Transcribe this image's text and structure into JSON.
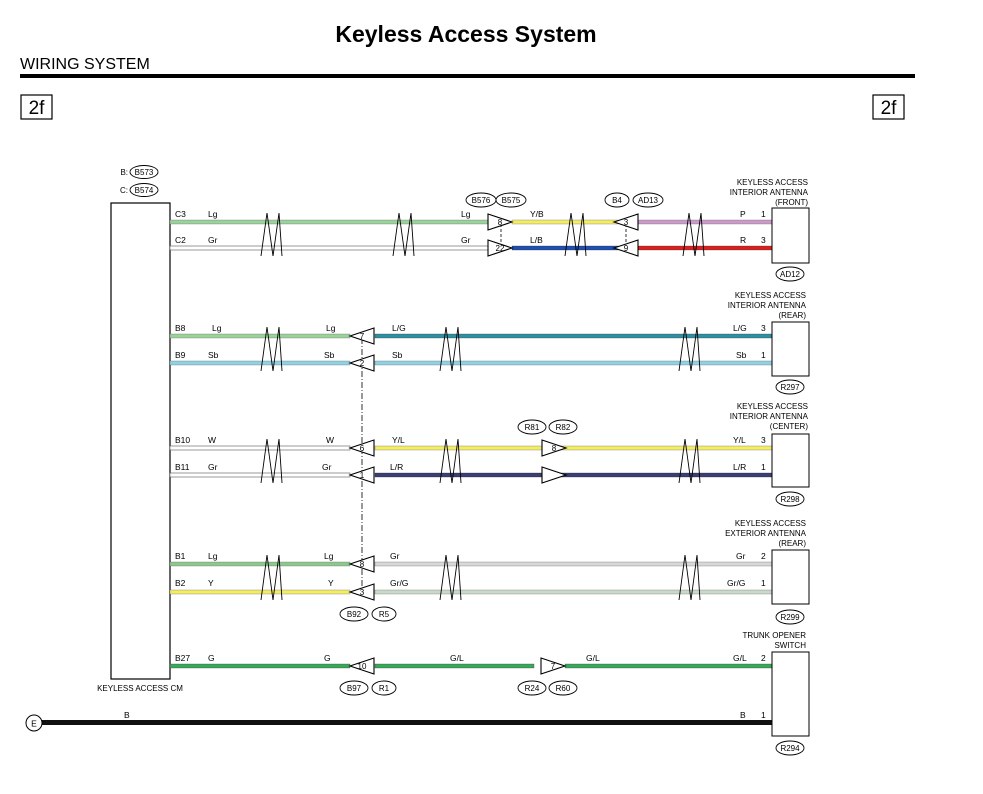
{
  "header": {
    "title": "Keyless Access System",
    "section": "WIRING SYSTEM",
    "page_left": "2f",
    "page_right": "2f"
  },
  "module": {
    "label": "KEYLESS ACCESS CM",
    "conn_b_prefix": "B:",
    "conn_b": "B573",
    "conn_c_prefix": "C:",
    "conn_c": "B574"
  },
  "ground": {
    "symbol": "E",
    "wire": "B"
  },
  "connectors": {
    "b576": "B576",
    "b575": "B575",
    "b4": "B4",
    "ad13": "AD13",
    "r81": "R81",
    "r82": "R82",
    "b92": "B92",
    "r5": "R5",
    "b97": "B97",
    "r1": "R1",
    "r24": "R24",
    "r60": "R60"
  },
  "components": [
    {
      "name_lines": [
        "KEYLESS ACCESS",
        "INTERIOR ANTENNA",
        "(FRONT)"
      ],
      "connector": "AD12"
    },
    {
      "name_lines": [
        "KEYLESS ACCESS",
        "INTERIOR ANTENNA",
        "(REAR)"
      ],
      "connector": "R297"
    },
    {
      "name_lines": [
        "KEYLESS ACCESS",
        "INTERIOR ANTENNA",
        "(CENTER)"
      ],
      "connector": "R298"
    },
    {
      "name_lines": [
        "KEYLESS ACCESS",
        "EXTERIOR ANTENNA",
        "(REAR)"
      ],
      "connector": "R299"
    },
    {
      "name_lines": [
        "TRUNK OPENER",
        "SWITCH"
      ],
      "connector": "R294"
    }
  ],
  "circuits": [
    {
      "cm_pin": "C3",
      "cm_color": "Lg",
      "mid_color": "Lg",
      "conn1_pin": "8",
      "seg2_color": "Y/B",
      "conn2_pin": "3",
      "end_color": "P",
      "end_pin": "1",
      "colors": [
        "#9bd19b",
        "#f3ec6a",
        "#c99bc9"
      ]
    },
    {
      "cm_pin": "C2",
      "cm_color": "Gr",
      "mid_color": "Gr",
      "conn1_pin": "22",
      "seg2_color": "L/B",
      "conn2_pin": "9",
      "end_color": "R",
      "end_pin": "3",
      "colors": [
        "#cfcfcf",
        "#1f4fb0",
        "#d91f1f"
      ]
    },
    {
      "cm_pin": "B8",
      "cm_color": "Lg",
      "mid_color": "Lg",
      "conn_pin": "7",
      "seg2_color": "L/G",
      "end_color": "L/G",
      "end_pin": "3",
      "colors": [
        "#9bd19b",
        "#2e8fa0"
      ]
    },
    {
      "cm_pin": "B9",
      "cm_color": "Sb",
      "mid_color": "Sb",
      "conn_pin": "2",
      "seg2_color": "Sb",
      "end_color": "Sb",
      "end_pin": "1",
      "colors": [
        "#8fd3e3",
        "#8fd3e3"
      ]
    },
    {
      "cm_pin": "B10",
      "cm_color": "W",
      "mid_color": "W",
      "conn_pin": "6",
      "seg2_color": "Y/L",
      "conn2_pin": "8",
      "end_color": "Y/L",
      "end_pin": "3",
      "colors": [
        "#ffffff",
        "#f3ec6a"
      ]
    },
    {
      "cm_pin": "B11",
      "cm_color": "Gr",
      "mid_color": "Gr",
      "conn_pin": "1",
      "seg2_color": "L/R",
      "end_color": "L/R",
      "end_pin": "1",
      "colors": [
        "#cfcfcf",
        "#3b3f73"
      ]
    },
    {
      "cm_pin": "B1",
      "cm_color": "Lg",
      "mid_color": "Lg",
      "conn_pin": "8",
      "seg2_color": "Gr",
      "end_color": "Gr",
      "end_pin": "2",
      "colors": [
        "#8ec78e",
        "#cfcfcf"
      ]
    },
    {
      "cm_pin": "B2",
      "cm_color": "Y",
      "mid_color": "Y",
      "conn_pin": "3",
      "seg2_color": "Gr/G",
      "end_color": "Gr/G",
      "end_pin": "1",
      "colors": [
        "#f3ec6a",
        "#c9d9c9"
      ]
    },
    {
      "cm_pin": "B27",
      "cm_color": "G",
      "mid_color": "G",
      "conn_pin": "10",
      "seg2_color": "G/L",
      "conn2_pin": "7",
      "seg3_color": "G/L",
      "end_color": "G/L",
      "end_pin": "2",
      "colors": [
        "#3aa85a",
        "#3aa85a"
      ]
    },
    {
      "end_color": "B",
      "end_pin": "1",
      "colors": [
        "#111111"
      ]
    }
  ]
}
